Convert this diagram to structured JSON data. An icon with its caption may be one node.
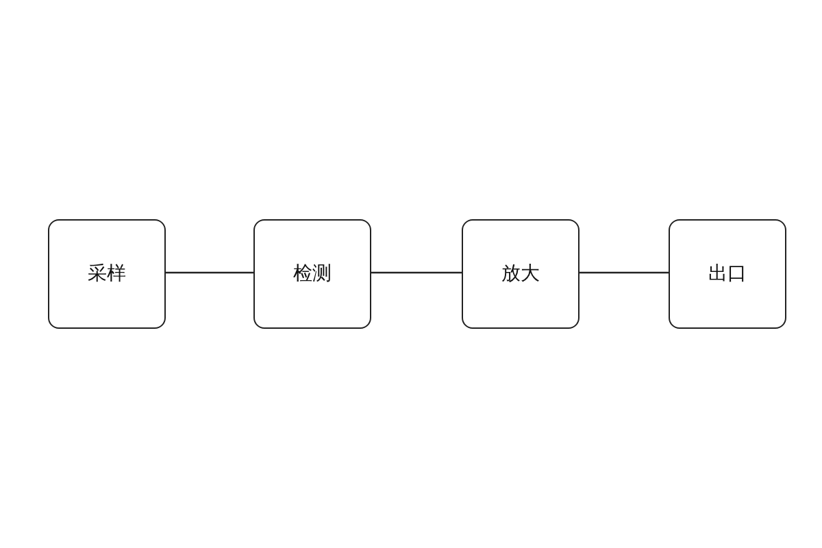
{
  "diagram": {
    "nodes": [
      {
        "text": [
          "采样"
        ]
      },
      {
        "text": [
          "检测"
        ]
      },
      {
        "text": [
          "放大"
        ]
      },
      {
        "text": [
          "出口"
        ]
      }
    ],
    "edges": [
      {
        "from": 0,
        "to": 1,
        "arrow": "none"
      },
      {
        "from": 1,
        "to": 2,
        "arrow": "none"
      },
      {
        "from": 2,
        "to": 3,
        "arrow": "none"
      }
    ]
  }
}
